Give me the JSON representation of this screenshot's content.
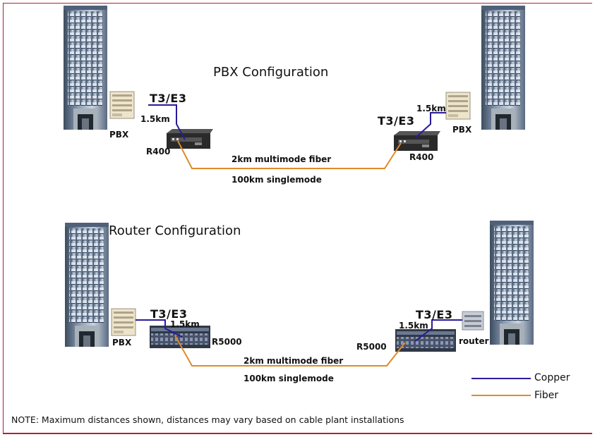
{
  "pbx_config": {
    "title": "PBX Configuration",
    "left_device": "PBX",
    "right_device": "PBX",
    "left_interface": "T3/E3",
    "right_interface": "T3/E3",
    "left_copper_distance": "1.5km",
    "right_copper_distance": "1.5km",
    "left_converter": "R400",
    "right_converter": "R400",
    "fiber_multimode": "2km multimode fiber",
    "fiber_singlemode": "100km singlemode"
  },
  "router_config": {
    "title": "Router Configuration",
    "left_device": "PBX",
    "right_device": "router",
    "left_interface": "T3/E3",
    "right_interface": "T3/E3",
    "left_copper_distance": "1.5km",
    "right_copper_distance": "1.5km",
    "left_converter": "R5000",
    "right_converter": "R5000",
    "fiber_multimode": "2km multimode fiber",
    "fiber_singlemode": "100km singlemode"
  },
  "legend": {
    "copper_label": "Copper",
    "fiber_label": "Fiber",
    "copper_color": "#2a1a9a",
    "fiber_color": "#e08a2a"
  },
  "note": "NOTE: Maximum distances shown, distances may vary based on cable plant installations",
  "colors": {
    "frame": "#a8243c"
  }
}
